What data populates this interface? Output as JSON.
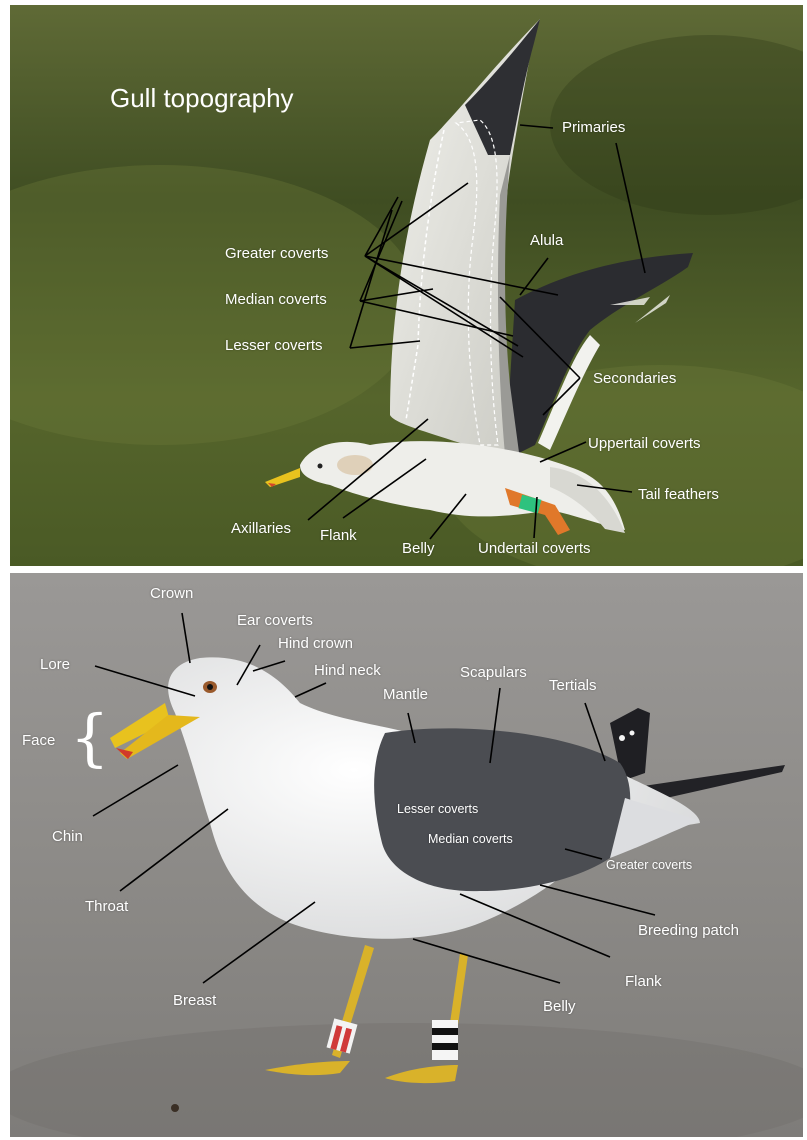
{
  "title": "Gull topography",
  "top_labels": {
    "primaries": "Primaries",
    "alula": "Alula",
    "greater_coverts": "Greater coverts",
    "median_coverts": "Median coverts",
    "lesser_coverts": "Lesser coverts",
    "secondaries": "Secondaries",
    "uppertail_coverts": "Uppertail coverts",
    "tail_feathers": "Tail feathers",
    "axillaries": "Axillaries",
    "flank": "Flank",
    "belly": "Belly",
    "undertail_coverts": "Undertail coverts"
  },
  "bottom_labels": {
    "crown": "Crown",
    "ear_coverts": "Ear coverts",
    "hind_crown": "Hind crown",
    "lore": "Lore",
    "hind_neck": "Hind neck",
    "scapulars": "Scapulars",
    "tertials": "Tertials",
    "mantle": "Mantle",
    "face": "Face",
    "lesser_coverts": "Lesser coverts",
    "median_coverts": "Median coverts",
    "greater_coverts": "Greater coverts",
    "chin": "Chin",
    "throat": "Throat",
    "breeding_patch": "Breeding patch",
    "flank": "Flank",
    "breast": "Breast",
    "belly": "Belly"
  },
  "colors": {
    "grass_dark": "#3e4a22",
    "grass_light": "#6f7a3e",
    "tarmac": "#8f8e8c",
    "gull_white": "#eeeeea",
    "wing_grey": "#4a4c50",
    "primary_black": "#1c1c1e",
    "bill_yellow": "#e8c21e",
    "leg_yellow": "#d9b22a",
    "foot_orange": "#e0782a",
    "label": "#ffffff"
  }
}
